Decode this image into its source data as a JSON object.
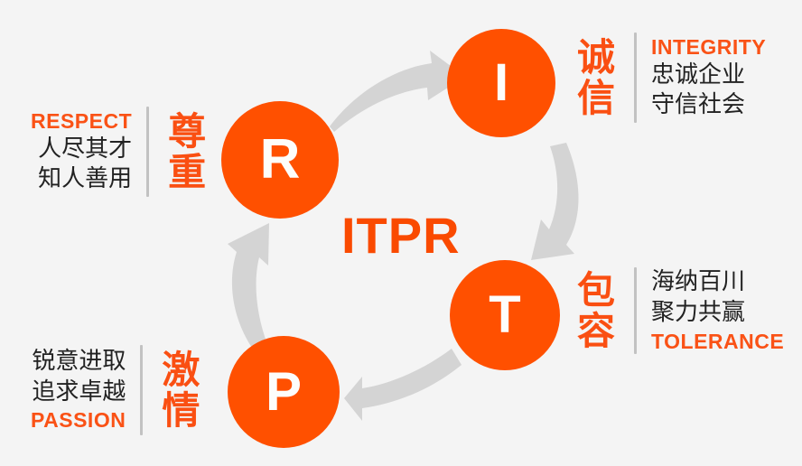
{
  "canvas": {
    "background_color": "#f4f4f4",
    "accent_orange": "#ff5000",
    "text_orange": "#fa5216",
    "arrow_gray": "#d4d4d4",
    "divider_gray": "#c2c2c2"
  },
  "center": {
    "label": "ITPR"
  },
  "nodes": [
    {
      "id": "respect",
      "letter": "R",
      "color": "#ff5000"
    },
    {
      "id": "integrity",
      "letter": "I",
      "color": "#ff5000"
    },
    {
      "id": "tolerance",
      "letter": "T",
      "color": "#ff5000"
    },
    {
      "id": "passion",
      "letter": "P",
      "color": "#ff5000"
    }
  ],
  "blocks": {
    "integrity": {
      "cn_title_1": "诚",
      "cn_title_2": "信",
      "en": "INTEGRITY",
      "cn_line_1": "忠诚企业",
      "cn_line_2": "守信社会",
      "en_position": "top"
    },
    "tolerance": {
      "cn_title_1": "包",
      "cn_title_2": "容",
      "en": "TOLERANCE",
      "cn_line_1": "海纳百川",
      "cn_line_2": "聚力共赢",
      "en_position": "bottom"
    },
    "respect": {
      "cn_title_1": "尊",
      "cn_title_2": "重",
      "en": "RESPECT",
      "cn_line_1": "人尽其才",
      "cn_line_2": "知人善用",
      "en_position": "top"
    },
    "passion": {
      "cn_title_1": "激",
      "cn_title_2": "情",
      "en": "PASSION",
      "cn_line_1": "锐意进取",
      "cn_line_2": "追求卓越",
      "en_position": "bottom"
    }
  },
  "arrows": [
    {
      "id": "r-to-i",
      "from": "R",
      "to": "I",
      "direction": "right-up"
    },
    {
      "id": "i-to-t",
      "from": "I",
      "to": "T",
      "direction": "down-left"
    },
    {
      "id": "t-to-p",
      "from": "T",
      "to": "P",
      "direction": "left"
    },
    {
      "id": "p-to-r",
      "from": "P",
      "to": "R",
      "direction": "up-right"
    }
  ]
}
